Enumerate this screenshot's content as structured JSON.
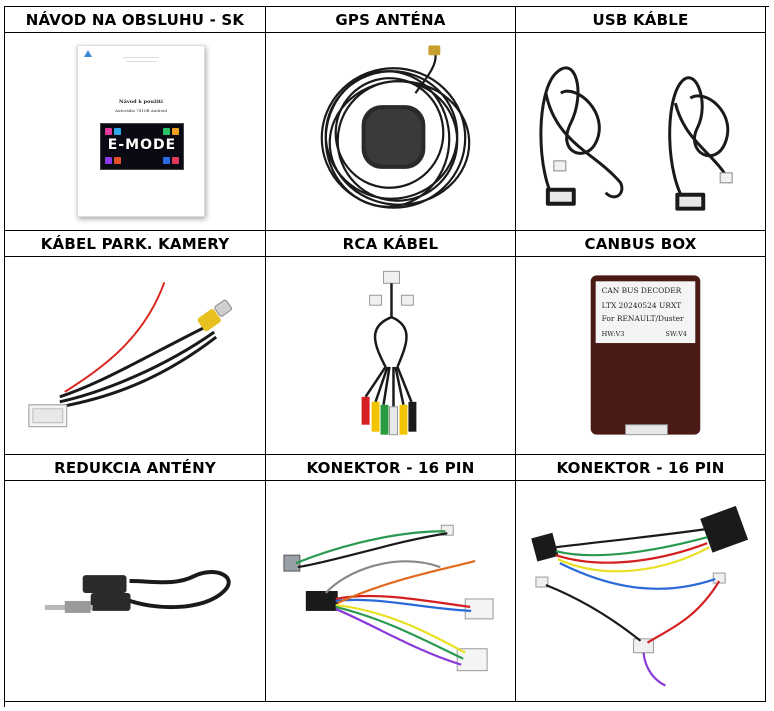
{
  "headers": {
    "manual": "NÁVOD NA OBSLUHU - SK",
    "gps": "GPS ANTÉNA",
    "usb": "USB KÁBLE",
    "camera": "KÁBEL PARK. KAMERY",
    "rca": "RCA KÁBEL",
    "canbus": "CANBUS BOX",
    "antenna_adapter": "REDUKCIA ANTÉNY",
    "connector1": "KONEKTOR - 16 PIN",
    "connector2": "KONEKTOR - 16 PIN"
  },
  "manual_doc": {
    "header_line1": "————————————",
    "header_line2": "——————————",
    "title": "Návod k použití",
    "subtitle": "Autorádio 7810B Android",
    "logo": "E-MODE"
  },
  "canbus_label": {
    "line1": "CAN BUS DECODER",
    "line2": "LTX 20240524 URXT",
    "line3": "For RENAULT/Duster",
    "hw": "HW:V3",
    "sw": "SW:V4"
  },
  "colors": {
    "cable_black": "#1a1a1a",
    "canbus_box": "#4a1a16",
    "rca_yellow": "#f2c400",
    "rca_red": "#d42020",
    "rca_white": "#e8e8e8",
    "camera_yellow": "#e8c020",
    "border": "#000000"
  },
  "icons": {
    "gps": "gps-antenna-icon",
    "usb": "usb-cable-icon",
    "camera": "camera-cable-icon",
    "rca": "rca-cable-icon",
    "canbus": "canbus-box-icon",
    "antenna": "antenna-adapter-icon",
    "connector": "wiring-harness-icon"
  }
}
